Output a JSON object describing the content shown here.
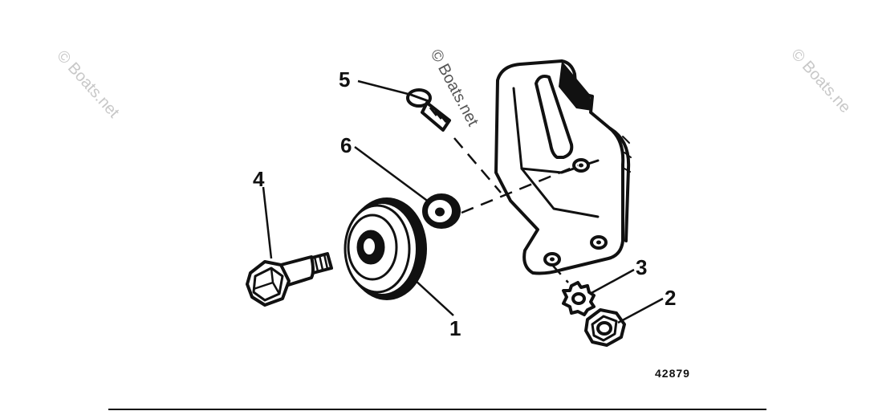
{
  "watermarks": {
    "left": "© Boats.net",
    "center": "© Boats.net",
    "right": "© Boats.ne"
  },
  "callouts": {
    "pulley": "1",
    "nut": "2",
    "lock_washer": "3",
    "shoulder_bolt": "4",
    "screw": "5",
    "washer": "6"
  },
  "figure_number": "42879",
  "colors": {
    "line": "#111111",
    "watermark": "#c8c8c8",
    "background": "#ffffff"
  }
}
